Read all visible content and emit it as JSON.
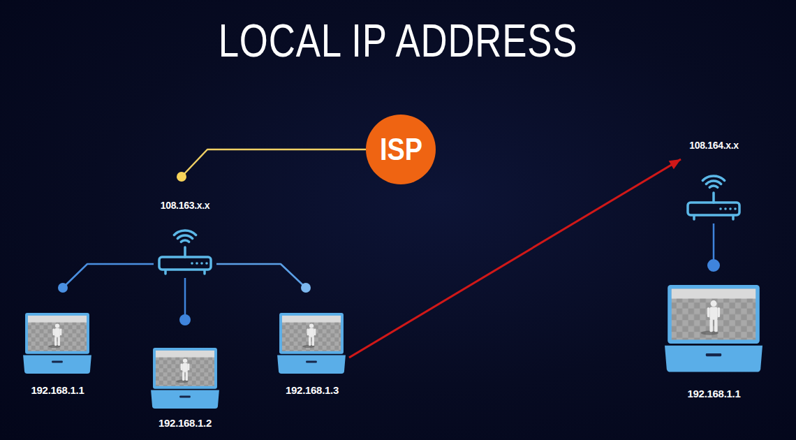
{
  "diagram": {
    "title": "LOCAL IP ADDRESS",
    "nodes": [
      {
        "text": [
          "ISP"
        ]
      },
      {
        "text": [
          "108.163.x.x"
        ]
      },
      {
        "text": [
          "108.164.x.x"
        ]
      },
      {
        "text": [
          "192.168.1.1"
        ]
      },
      {
        "text": [
          "192.168.1.2"
        ]
      },
      {
        "text": [
          "192.168.1.3"
        ]
      },
      {
        "text": [
          "192.168.1.1"
        ]
      }
    ],
    "edges": [
      {
        "from": 0,
        "to": 1,
        "arrow": "none"
      },
      {
        "from": 1,
        "to": 3,
        "arrow": "none"
      },
      {
        "from": 1,
        "to": 4,
        "arrow": "none"
      },
      {
        "from": 1,
        "to": 5,
        "arrow": "none"
      },
      {
        "from": 5,
        "to": 2,
        "arrow": "to"
      },
      {
        "from": 2,
        "to": 6,
        "arrow": "none"
      }
    ]
  }
}
